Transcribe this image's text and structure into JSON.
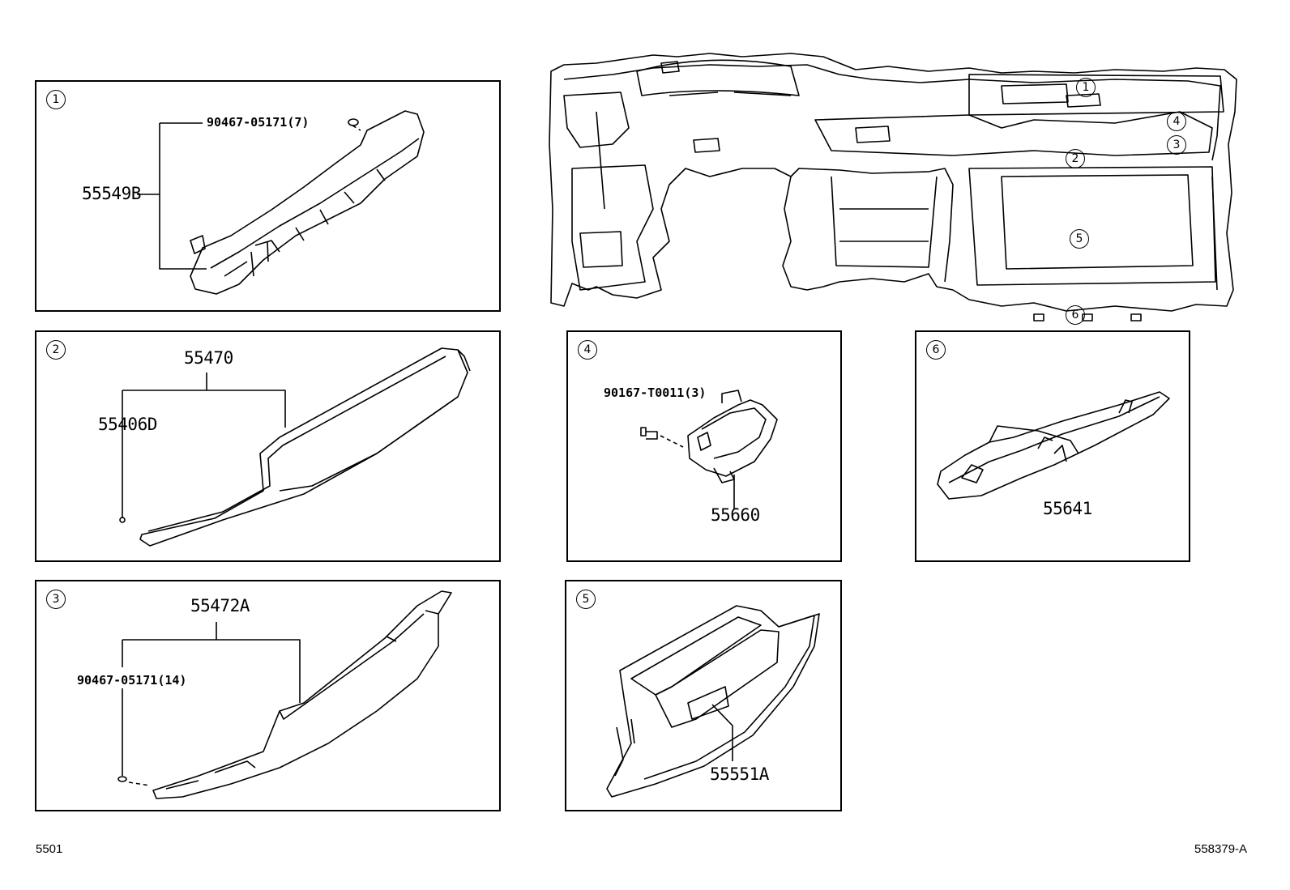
{
  "diagram": {
    "page_code": "5501",
    "diagram_code": "558379-A",
    "overview": {
      "callouts": [
        "1",
        "2",
        "3",
        "4",
        "5",
        "6"
      ]
    },
    "panels": [
      {
        "id": "1",
        "marker": "1",
        "parts": [
          "90467-05171(7)",
          "55549B"
        ]
      },
      {
        "id": "2",
        "marker": "2",
        "parts": [
          "55470",
          "55406D"
        ]
      },
      {
        "id": "3",
        "marker": "3",
        "parts": [
          "55472A",
          "90467-05171(14)"
        ]
      },
      {
        "id": "4",
        "marker": "4",
        "parts": [
          "90167-T0011(3)",
          "55660"
        ]
      },
      {
        "id": "5",
        "marker": "5",
        "parts": [
          "55551A"
        ]
      },
      {
        "id": "6",
        "marker": "6",
        "parts": [
          "55641"
        ]
      }
    ]
  }
}
